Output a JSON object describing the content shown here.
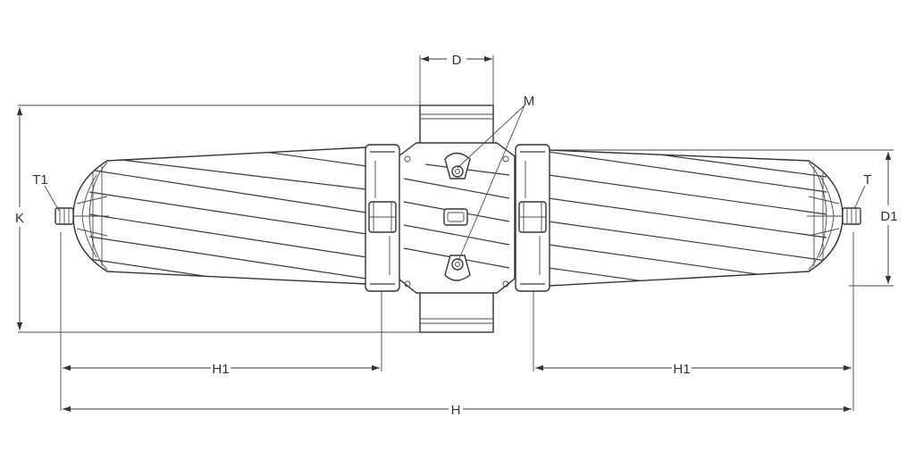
{
  "labels": {
    "D": "D",
    "M": "M",
    "K": "K",
    "T1": "T1",
    "T": "T",
    "D1": "D1",
    "H1_left": "H1",
    "H1_right": "H1",
    "H": "H"
  }
}
